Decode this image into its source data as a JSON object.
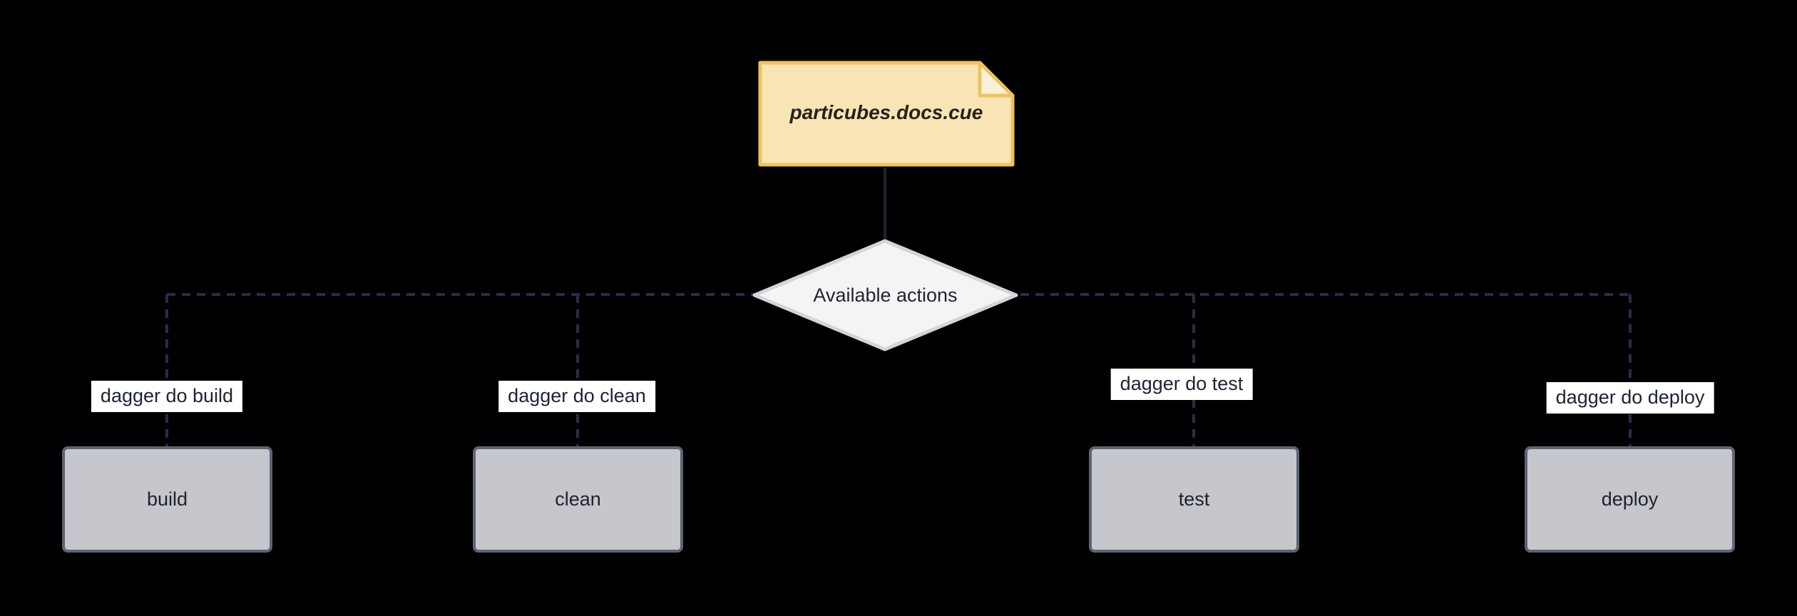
{
  "diagram": {
    "type": "flowchart",
    "background_color": "#000000",
    "note": {
      "label": "particubes.docs.cue",
      "fill": "#f8e4b5",
      "fold_fill": "#fbf1da",
      "stroke": "#eec35f",
      "text_color": "#26221a"
    },
    "decision": {
      "label": "Available actions",
      "fill": "#f4f4f6",
      "stroke": "#d4d4d9",
      "text_color": "#21262e"
    },
    "edges": {
      "solid_color": "#1d2438",
      "dashed_color": "#272e48",
      "style": "dashed"
    },
    "edge_label_style": {
      "background": "#ffffff",
      "text_color": "#1c2336"
    },
    "action_node_style": {
      "fill": "#c5c7cd",
      "stroke": "#5d6475",
      "text_color": "#1e222a"
    },
    "actions": [
      {
        "label": "build",
        "edge_label": "dagger do build"
      },
      {
        "label": "clean",
        "edge_label": "dagger do clean"
      },
      {
        "label": "test",
        "edge_label": "dagger do test"
      },
      {
        "label": "deploy",
        "edge_label": "dagger do deploy"
      }
    ]
  }
}
